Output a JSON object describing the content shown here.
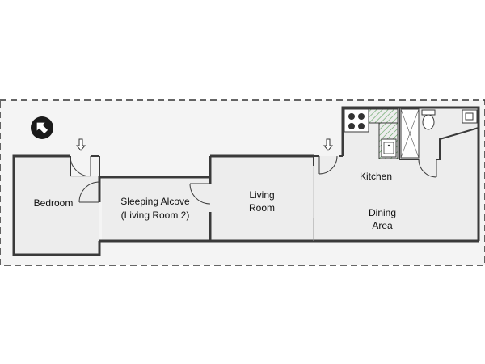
{
  "colors": {
    "wall": "#3a3a3a",
    "floor": "#efefef",
    "hatch": "#5aa05a",
    "boundary": "#333333"
  },
  "compass": {
    "icon": "compass-north-icon"
  },
  "rooms": {
    "bedroom": {
      "label": "Bedroom"
    },
    "sleeping_alcove": {
      "line1": "Sleeping Alcove",
      "line2": "(Living Room 2)"
    },
    "living_room": {
      "line1": "Living",
      "line2": "Room"
    },
    "kitchen": {
      "label": "Kitchen"
    },
    "dining_area": {
      "line1": "Dining",
      "line2": "Area"
    }
  },
  "fixtures": [
    "stove-icon",
    "sink-icon",
    "toilet-icon",
    "bathroom-sink-icon",
    "shower-icon"
  ],
  "entrances": [
    "bedroom-entry-arrow-icon",
    "kitchen-entry-arrow-icon"
  ]
}
